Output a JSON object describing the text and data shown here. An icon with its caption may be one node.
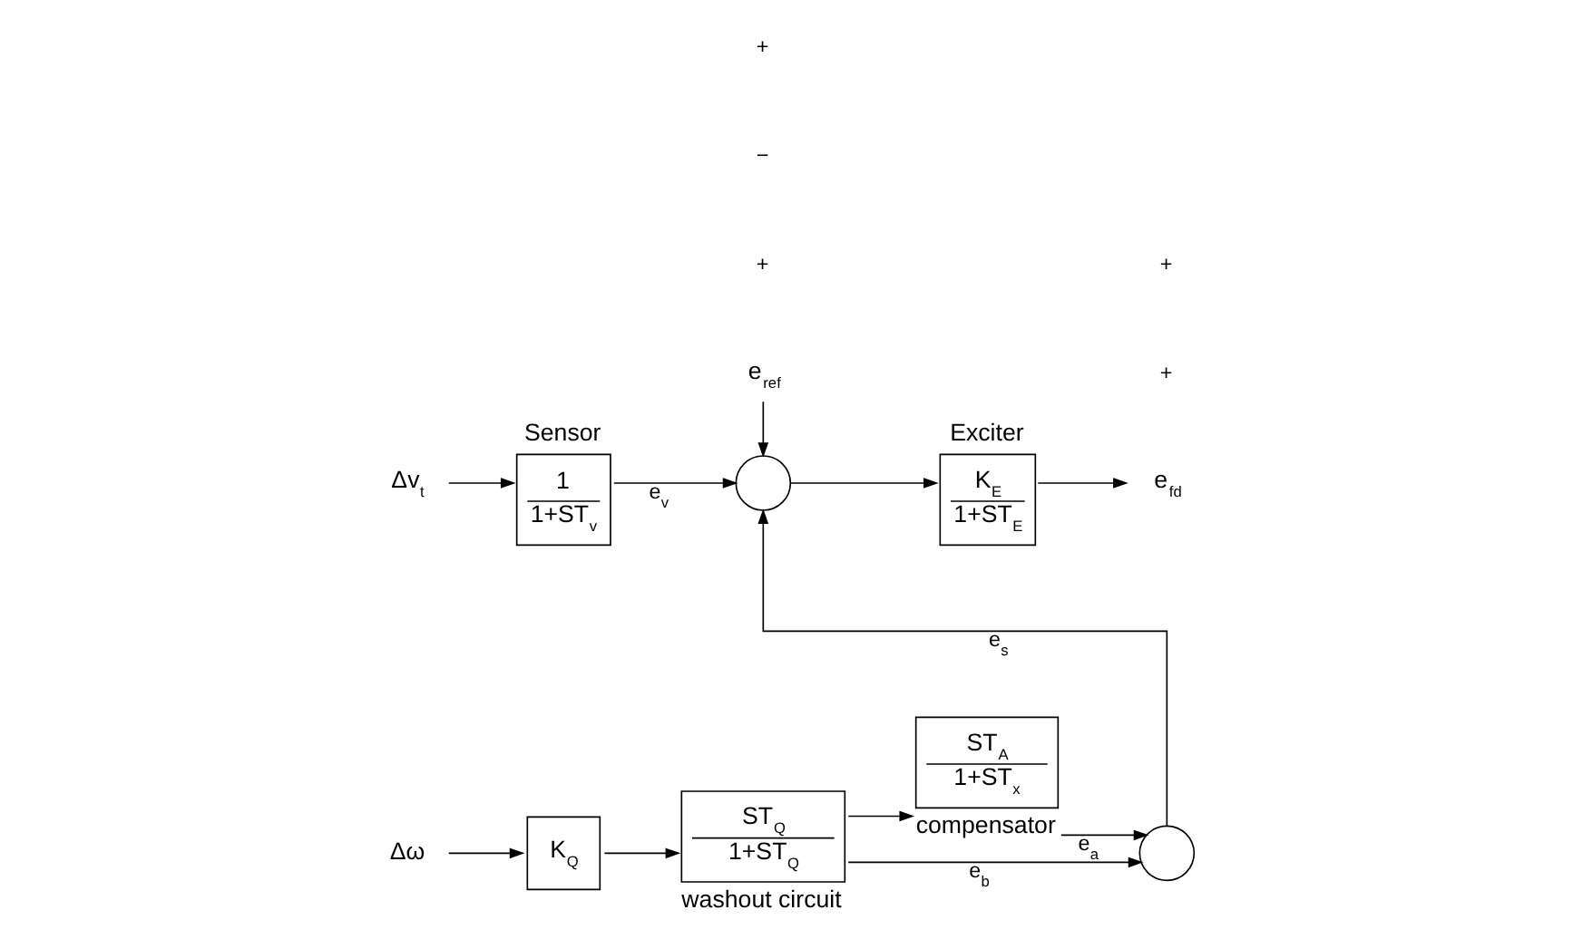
{
  "diagram": {
    "nodes": [
      {
        "text": [
          "Δv$_{t}$"
        ]
      },
      {
        "text": [
          "Sensor",
          "1",
          "1+ST$_{v}$"
        ]
      },
      {
        "text": [
          "e$_{ref}$"
        ]
      },
      {
        "text": [],
        "shape": "circle"
      },
      {
        "text": [
          "Exciter",
          "K$_{E}$",
          "1+ST$_{E}$"
        ]
      },
      {
        "text": [
          "e$_{fd}$"
        ]
      },
      {
        "text": [
          "Δω"
        ]
      },
      {
        "text": [
          "K$_{Q}$"
        ]
      },
      {
        "text": [
          "ST$_{Q}$",
          "1+ST$_{Q}$"
        ],
        "beside": [
          "washout circuit"
        ]
      },
      {
        "text": [
          "ST$_{A}$",
          "1+ST$_{x}$"
        ],
        "beside": [
          "compensator"
        ]
      },
      {
        "text": [],
        "shape": "circle"
      }
    ],
    "edges": [
      {
        "from": 0,
        "to": 1,
        "arrow": "to"
      },
      {
        "from": 1,
        "to": 3,
        "arrow": "to",
        "label": "e$_{v}$"
      },
      {
        "from": 2,
        "to": 3,
        "arrow": "to"
      },
      {
        "from": 3,
        "to": 4,
        "arrow": "to"
      },
      {
        "from": 4,
        "to": 5,
        "arrow": "to"
      },
      {
        "from": 10,
        "to": 3,
        "arrow": "to",
        "label": "e$_{s}$"
      },
      {
        "from": 6,
        "to": 7,
        "arrow": "to"
      },
      {
        "from": 7,
        "to": 8,
        "arrow": "to"
      },
      {
        "from": 8,
        "to": 9,
        "arrow": "to"
      },
      {
        "from": 9,
        "to": 10,
        "arrow": "to",
        "label": "e$_{a}$"
      },
      {
        "from": 8,
        "to": 10,
        "arrow": "to",
        "label": "e$_{b}$"
      }
    ],
    "labels": [
      "+",
      "−",
      "+",
      "+",
      "+"
    ]
  }
}
